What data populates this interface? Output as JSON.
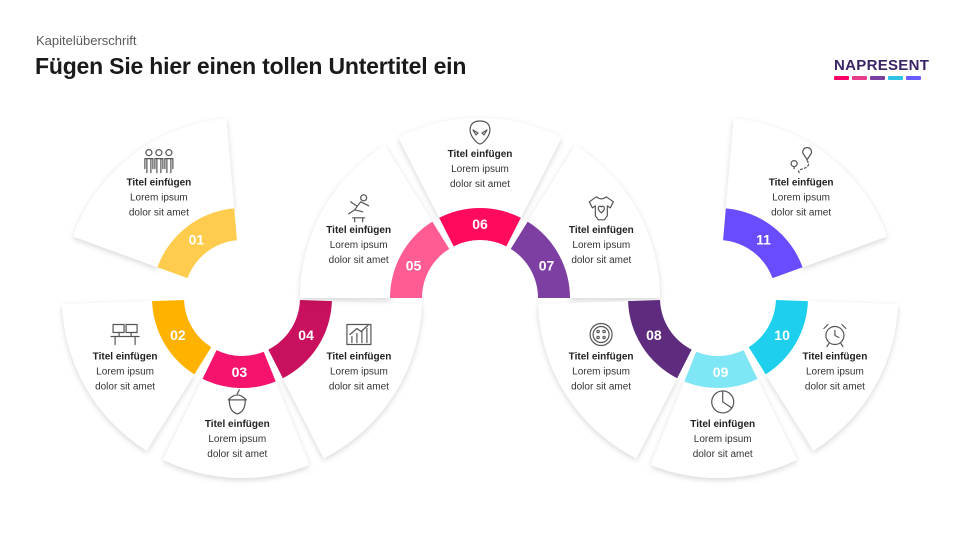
{
  "header": {
    "kicker": "Kapitelüberschrift",
    "title": "Fügen Sie hier einen tollen Untertitel ein"
  },
  "logo": {
    "text": "NAPRESENT",
    "bar_colors": [
      "#ff0066",
      "#e83e8c",
      "#7b3fa0",
      "#2ec4e6",
      "#6a5cff"
    ]
  },
  "steps": [
    {
      "number": "01",
      "title": "Titel einfügen",
      "line1": "Lorem ipsum",
      "line2": "dolor sit amet",
      "color": "#ffcc4d",
      "icon": "team-icon"
    },
    {
      "number": "02",
      "title": "Titel einfügen",
      "line1": "Lorem ipsum",
      "line2": "dolor sit amet",
      "color": "#ffb300",
      "icon": "meeting-icon"
    },
    {
      "number": "03",
      "title": "Titel einfügen",
      "line1": "Lorem ipsum",
      "line2": "dolor sit amet",
      "color": "#f5136e",
      "icon": "acorn-icon"
    },
    {
      "number": "04",
      "title": "Titel einfügen",
      "line1": "Lorem ipsum",
      "line2": "dolor sit amet",
      "color": "#c8105e",
      "icon": "growth-chart-icon"
    },
    {
      "number": "05",
      "title": "Titel einfügen",
      "line1": "Lorem ipsum",
      "line2": "dolor sit amet",
      "color": "#ff5c93",
      "icon": "hurdle-runner-icon"
    },
    {
      "number": "06",
      "title": "Titel einfügen",
      "line1": "Lorem ipsum",
      "line2": "dolor sit amet",
      "color": "#ff0a5c",
      "icon": "alien-icon"
    },
    {
      "number": "07",
      "title": "Titel einfügen",
      "line1": "Lorem ipsum",
      "line2": "dolor sit amet",
      "color": "#7e3fa3",
      "icon": "baby-onesie-icon"
    },
    {
      "number": "08",
      "title": "Titel einfügen",
      "line1": "Lorem ipsum",
      "line2": "dolor sit amet",
      "color": "#5e2b7e",
      "icon": "button-icon"
    },
    {
      "number": "09",
      "title": "Titel einfügen",
      "line1": "Lorem ipsum",
      "line2": "dolor sit amet",
      "color": "#7ee6f4",
      "icon": "pie-chart-icon"
    },
    {
      "number": "10",
      "title": "Titel einfügen",
      "line1": "Lorem ipsum",
      "line2": "dolor sit amet",
      "color": "#1ecfee",
      "icon": "alarm-clock-icon"
    },
    {
      "number": "11",
      "title": "Titel einfügen",
      "line1": "Lorem ipsum",
      "line2": "dolor sit amet",
      "color": "#6a4cff",
      "icon": "route-pin-icon"
    }
  ]
}
